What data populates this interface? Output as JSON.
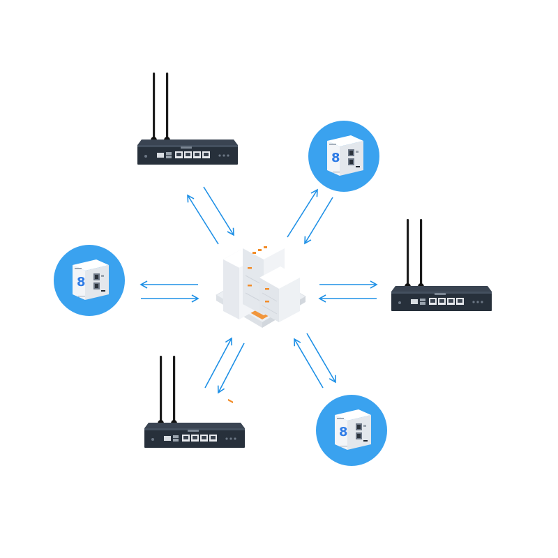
{
  "colors": {
    "background": "#ffffff",
    "arrow": "#1e90e6",
    "circle": "#3aa2ef",
    "router_body": "#2b3440",
    "router_front": "#1f2730",
    "antenna": "#1c1c1c",
    "server_body": "#eef0f3",
    "server_side": "#d9dde3",
    "server_accent": "#f28c28",
    "device_body": "#f7f8fa",
    "device_logo": "#2e7be6"
  },
  "icons": {
    "hub": "server-cluster-icon",
    "router": "4g-router-icon",
    "gateway": "edge-gateway-icon"
  },
  "nodes": [
    {
      "id": "router-top-left",
      "kind": "router"
    },
    {
      "id": "gateway-top-right",
      "kind": "gateway"
    },
    {
      "id": "gateway-left",
      "kind": "gateway"
    },
    {
      "id": "router-right",
      "kind": "router"
    },
    {
      "id": "router-bottom-left",
      "kind": "router"
    },
    {
      "id": "gateway-bottom-right",
      "kind": "gateway"
    }
  ],
  "links": [
    {
      "from": "hub",
      "to": "router-top-left",
      "direction": "bidirectional"
    },
    {
      "from": "hub",
      "to": "gateway-top-right",
      "direction": "bidirectional"
    },
    {
      "from": "hub",
      "to": "gateway-left",
      "direction": "bidirectional"
    },
    {
      "from": "hub",
      "to": "router-right",
      "direction": "bidirectional"
    },
    {
      "from": "hub",
      "to": "router-bottom-left",
      "direction": "bidirectional"
    },
    {
      "from": "hub",
      "to": "gateway-bottom-right",
      "direction": "bidirectional"
    }
  ]
}
